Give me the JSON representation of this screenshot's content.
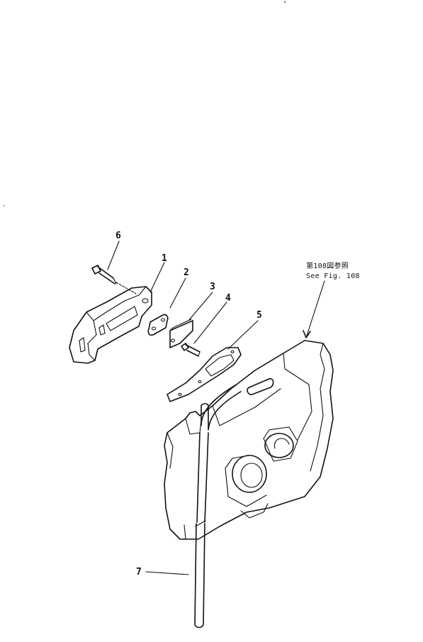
{
  "callouts": {
    "c1": "1",
    "c2": "2",
    "c3": "3",
    "c4": "4",
    "c5": "5",
    "c6": "6",
    "c7": "7"
  },
  "reference": {
    "line1": "第108図参照",
    "line2": "See Fig. 108"
  },
  "parts": [
    {
      "no": "1",
      "icon": "bracket-icon"
    },
    {
      "no": "2",
      "icon": "plate-icon"
    },
    {
      "no": "3",
      "icon": "plate-icon"
    },
    {
      "no": "4",
      "icon": "bolt-icon"
    },
    {
      "no": "5",
      "icon": "gasket-icon"
    },
    {
      "no": "6",
      "icon": "bolt-icon"
    },
    {
      "no": "7",
      "icon": "tube-icon"
    }
  ]
}
